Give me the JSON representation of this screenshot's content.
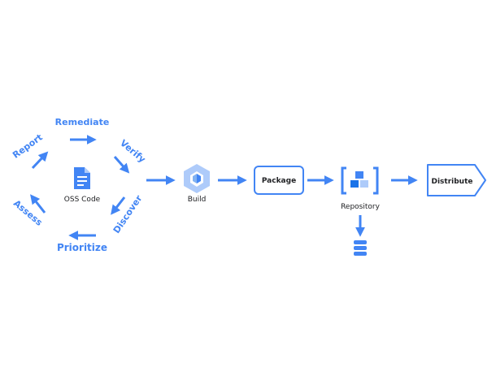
{
  "colors": {
    "accent": "#4285f4",
    "accent_light": "#aecbfa",
    "accent_dark": "#1a73e8",
    "text": "#202124",
    "background": "#ffffff"
  },
  "cycle": {
    "center_label": "OSS Code",
    "center_icon": "document-icon",
    "stages": {
      "remediate": "Remediate",
      "verify": "Verify",
      "discover": "Discover",
      "prioritize": "Prioritize",
      "assess": "Assess",
      "report": "Report"
    }
  },
  "pipeline": {
    "build": {
      "label": "Build",
      "icon": "cloud-build-hexagon-icon"
    },
    "package": {
      "label": "Package"
    },
    "repository": {
      "label": "Repository",
      "icon": "artifact-registry-cubes-icon"
    },
    "storage": {
      "icon": "database-icon"
    },
    "distribute": {
      "label": "Distribute"
    }
  }
}
